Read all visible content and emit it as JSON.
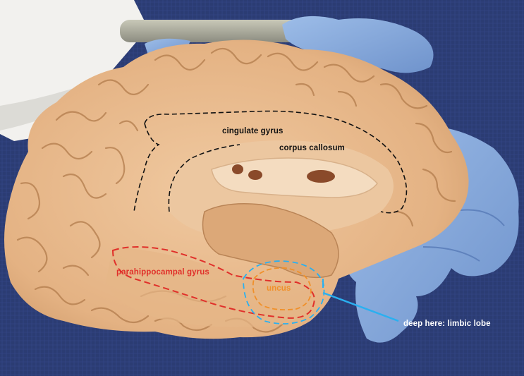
{
  "image": {
    "subject": "medial-brain-hemisphere-specimen",
    "labels": {
      "cingulate": "cingulate gyrus",
      "corpus": "corpus callosum",
      "parahippocampal": "parahippocampal gyrus",
      "uncus": "uncus",
      "limbic": "deep here: limbic lobe"
    },
    "colors": {
      "background_cloth": "#2b3c73",
      "tissue": "#e8b98c",
      "tissue_shadow": "#c9915f",
      "glove": "#86a9dc",
      "cingulate_outline": "#111111",
      "parahippocampal_outline": "#e0302a",
      "uncus_outline": "#f0902a",
      "limbic_outline": "#2ab0f0",
      "limbic_label": "#ffffff"
    }
  }
}
